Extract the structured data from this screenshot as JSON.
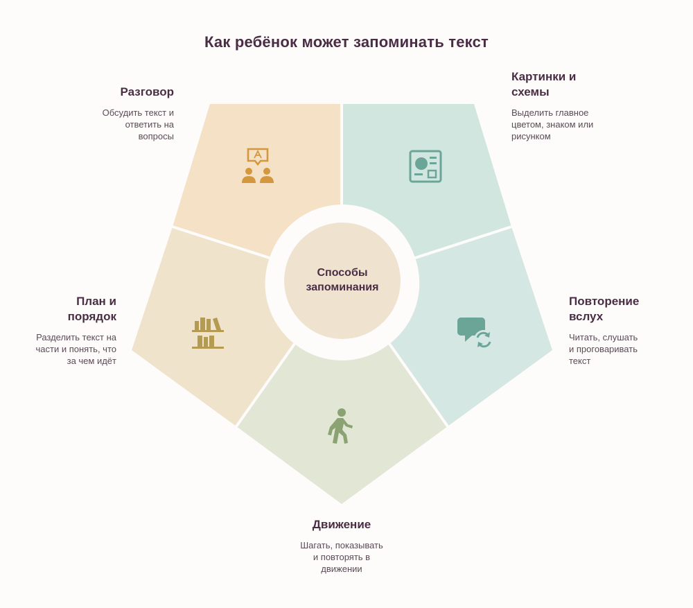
{
  "title": "Как ребёнок может запоминать текст",
  "center": {
    "line1": "Способы",
    "line2": "запоминания",
    "color": "#efe3cf"
  },
  "segments": [
    {
      "id": "conversation",
      "title_lines": [
        "Разговор"
      ],
      "desc_lines": [
        "Обсудить текст и",
        "ответить на",
        "вопросы"
      ],
      "icon": "conversation-people-icon",
      "fill": "#f4e1c6",
      "icon_color": "#d4973d"
    },
    {
      "id": "pictures",
      "title_lines": [
        "Картинки и",
        "схемы"
      ],
      "desc_lines": [
        "Выделить главное",
        "цветом, знаком или",
        "рисунком"
      ],
      "icon": "diagram-board-icon",
      "fill": "#d2e6e0",
      "icon_color": "#6aa598"
    },
    {
      "id": "repeat",
      "title_lines": [
        "Повторение",
        "вслух"
      ],
      "desc_lines": [
        "Читать, слушать",
        "и проговаривать",
        "текст"
      ],
      "icon": "speech-repeat-icon",
      "fill": "#d5e7e2",
      "icon_color": "#6aa598"
    },
    {
      "id": "movement",
      "title_lines": [
        "Движение"
      ],
      "desc_lines": [
        "Шагать, показывать",
        "и повторять в",
        "движении"
      ],
      "icon": "walking-person-icon",
      "fill": "#e2e6d5",
      "icon_color": "#8ba372"
    },
    {
      "id": "plan",
      "title_lines": [
        "План и",
        "порядок"
      ],
      "desc_lines": [
        "Разделить текст на",
        "части и понять, что",
        "за чем идёт"
      ],
      "icon": "bookshelf-icon",
      "fill": "#efe3cb",
      "icon_color": "#b59a52"
    }
  ]
}
